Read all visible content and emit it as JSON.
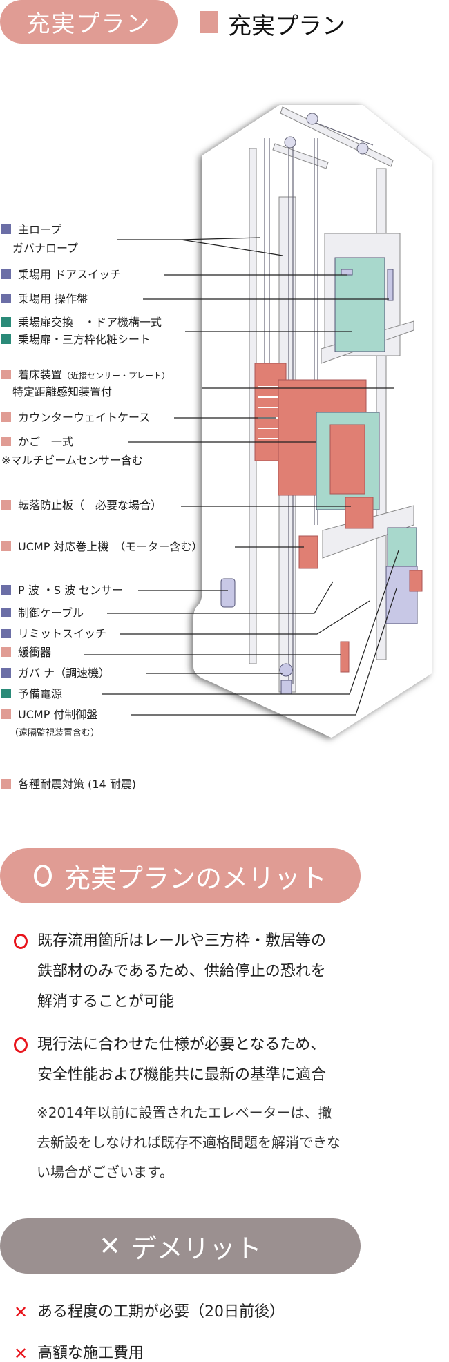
{
  "header": {
    "pill": "充実プラン",
    "legend": "充実プラン"
  },
  "colors": {
    "salmon": "#e09c94",
    "purple": "#6b6ea6",
    "green": "#2a8a78",
    "gray": "#9b9090",
    "red": "#e8141c"
  },
  "labels": [
    {
      "color": "purple",
      "text": "主ロープ",
      "sub": "ガバナロープ"
    },
    {
      "color": "purple",
      "text": "乗場用 ドアスイッチ"
    },
    {
      "color": "purple",
      "text": "乗場用 操作盤"
    },
    {
      "color": "green",
      "text": "乗場扉交換　・ドア機構一式"
    },
    {
      "color": "green",
      "text": "乗場扉・三方枠化粧シート"
    },
    {
      "color": "salmon",
      "text": "着床装置",
      "small": "（近接センサー・プレート）",
      "sub": "特定距離感知装置付"
    },
    {
      "color": "salmon",
      "text": "カウンターウェイトケース"
    },
    {
      "color": "salmon",
      "text": "かご　一式",
      "sub": "※マルチビームセンサー含む"
    },
    {
      "color": "salmon",
      "text": "転落防止板（　必要な場合）"
    },
    {
      "color": "salmon",
      "text": "UCMP 対応巻上機　（モーター含む）"
    },
    {
      "color": "purple",
      "text": "P 波 ・S 波 センサー"
    },
    {
      "color": "purple",
      "text": "制御ケーブル"
    },
    {
      "color": "purple",
      "text": "リミットスイッチ"
    },
    {
      "color": "salmon",
      "text": "緩衝器"
    },
    {
      "color": "purple",
      "text": "ガバ ナ（調速機）"
    },
    {
      "color": "green",
      "text": "予備電源"
    },
    {
      "color": "salmon",
      "text": "UCMP 付制御盤",
      "sub": "（遠隔監視装置含む）"
    },
    {
      "color": "salmon",
      "text": "各種耐震対策 (14 耐震)"
    }
  ],
  "merit": {
    "title": "充実プランのメリット",
    "icon": "circle",
    "items": [
      [
        "既存流用箇所はレールや三方枠・敷居等の",
        "鉄部材のみであるため、供給停止の恐れを",
        "解消することが可能"
      ],
      [
        "現行法に合わせた仕様が必要となるため、",
        "安全性能および機能共に最新の基準に適合"
      ]
    ],
    "note": [
      "※2014年以前に設置されたエレベーターは、撤",
      "去新設をしなければ既存不適格問題を解消できな",
      "い場合がございます。"
    ]
  },
  "demerit": {
    "title": "デメリット",
    "icon": "x",
    "mark": "✕",
    "items": [
      "ある程度の工期が必要（20日前後）",
      "高額な施工費用"
    ]
  }
}
